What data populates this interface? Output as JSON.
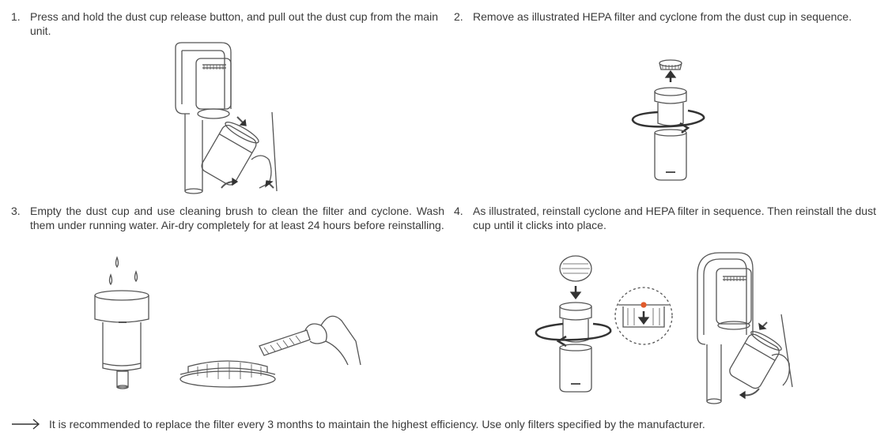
{
  "steps": [
    {
      "num": "1.",
      "text": "Press and hold the dust cup release button, and pull out the dust cup from the main unit."
    },
    {
      "num": "2.",
      "text": "Remove as illustrated HEPA filter and cyclone from the dust cup in sequence."
    },
    {
      "num": "3.",
      "text": "Empty the dust cup and use cleaning brush to clean the filter and cyclone. Wash them under running water. Air-dry completely for at least 24 hours before reinstalling."
    },
    {
      "num": "4.",
      "text": "As illustrated, reinstall cyclone and HEPA filter in sequence. Then reinstall the dust cup until it clicks into place."
    }
  ],
  "note": {
    "text": "It is recommended to replace the filter every 3 months to maintain the highest efficiency. Use only filters specified by the manufacturer.",
    "icon": "arrow-right-icon"
  },
  "colors": {
    "line": "#555555",
    "accent": "#e05a2b"
  }
}
